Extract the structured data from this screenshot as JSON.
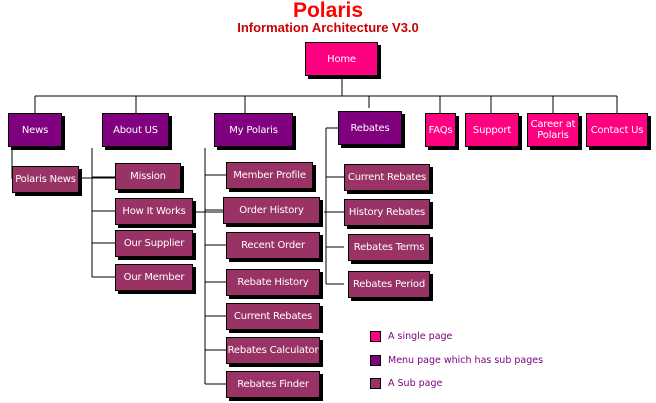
{
  "header": {
    "title": "Polaris",
    "subtitle": "Information Architecture V3.0"
  },
  "colors": {
    "title": "#ff0000",
    "subtitle": "#cc0000",
    "single": "#ff0080",
    "menu": "#800080",
    "sub": "#993366",
    "legend_text": "#800080",
    "line": "#000000"
  },
  "nodes": {
    "home": {
      "label": "Home",
      "kind": "single"
    },
    "news": {
      "label": "News",
      "kind": "menu"
    },
    "about_us": {
      "label": "About US",
      "kind": "menu"
    },
    "my_polaris": {
      "label": "My Polaris",
      "kind": "menu"
    },
    "rebates": {
      "label": "Rebates",
      "kind": "menu"
    },
    "faqs": {
      "label": "FAQs",
      "kind": "single"
    },
    "support": {
      "label": "Support",
      "kind": "single"
    },
    "career": {
      "label": "Career at Polaris",
      "kind": "single"
    },
    "contact_us": {
      "label": "Contact Us",
      "kind": "single"
    },
    "polaris_news": {
      "label": "Polaris News",
      "kind": "sub"
    },
    "mission": {
      "label": "Mission",
      "kind": "sub"
    },
    "how_it_works": {
      "label": "How It Works",
      "kind": "sub"
    },
    "our_supplier": {
      "label": "Our Supplier",
      "kind": "sub"
    },
    "our_member": {
      "label": "Our Member",
      "kind": "sub"
    },
    "member_profile": {
      "label": "Member Profile",
      "kind": "sub"
    },
    "order_history": {
      "label": "Order History",
      "kind": "sub"
    },
    "recent_order": {
      "label": "Recent Order",
      "kind": "sub"
    },
    "rebate_history": {
      "label": "Rebate History",
      "kind": "sub"
    },
    "current_rebates_mp": {
      "label": "Current Rebates",
      "kind": "sub"
    },
    "rebates_calculator": {
      "label": "Rebates Calculator",
      "kind": "sub"
    },
    "rebates_finder": {
      "label": "Rebates Finder",
      "kind": "sub"
    },
    "current_rebates": {
      "label": "Current Rebates",
      "kind": "sub"
    },
    "history_rebates": {
      "label": "History Rebates",
      "kind": "sub"
    },
    "rebates_terms": {
      "label": "Rebates Terms",
      "kind": "sub"
    },
    "rebates_period": {
      "label": "Rebates Period",
      "kind": "sub"
    }
  },
  "legend": [
    {
      "label": "A single page",
      "kind": "single"
    },
    {
      "label": "Menu page which has sub pages",
      "kind": "menu"
    },
    {
      "label": "A Sub page",
      "kind": "sub"
    }
  ]
}
